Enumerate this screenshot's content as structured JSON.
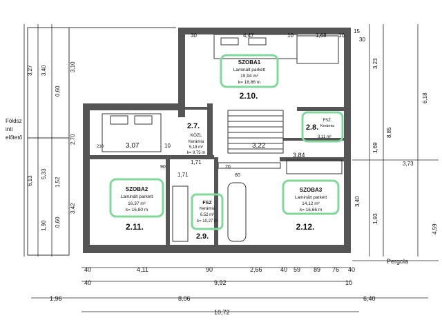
{
  "rooms": {
    "r210": {
      "name": "SZOBA1",
      "floor": "Laminált parkett",
      "area": "19,94 m²",
      "perimeter": "k= 18,86 m",
      "id": "2.10."
    },
    "r211": {
      "name": "SZOBA2",
      "floor": "Laminált parkett",
      "area": "16,37 m²",
      "perimeter": "k= 16,80 m",
      "id": "2.11."
    },
    "r212": {
      "name": "SZOBA3",
      "floor": "Laminált parkett",
      "area": "14,12 m²",
      "perimeter": "k= 16,66 m",
      "id": "2.12."
    },
    "r27": {
      "id": "2.7.",
      "name": "KÖZL",
      "floor": "Kerámia",
      "area": "5,18 m²",
      "perimeter": "k= 9,75 m"
    },
    "r28": {
      "id": "2.8.",
      "name": "FSZ.",
      "floor": "Kerámia",
      "area": "3,11 m²"
    },
    "r29": {
      "id": "2.9.",
      "name": "FSZ",
      "floor": "Kerámia",
      "area": "6,52 m²",
      "perimeter": "k= 10,27 m"
    }
  },
  "side_labels": {
    "stair_left_1": "Földsz",
    "stair_left_2": "inti",
    "stair_left_3": "előtető",
    "pergola": "Pergola"
  },
  "dims": {
    "top": [
      "30",
      "4,47",
      "10",
      "1,68",
      "10",
      "15",
      "30"
    ],
    "left_v": [
      "3,27",
      "3,40",
      "3,10",
      "2,70",
      "6,13",
      "5,33",
      "1,52",
      "3,42",
      "1,90",
      "0,60",
      "0,60"
    ],
    "right_v": [
      "3,23",
      "6,18",
      "8,85",
      "1,69",
      "3,73",
      "1,93",
      "4,59",
      "3,40"
    ],
    "inner": [
      "3,07",
      "3,22",
      "1,71",
      "3,84",
      "1,71",
      "10",
      "90",
      "210",
      "20",
      "80"
    ],
    "bottom_row1": [
      "40",
      "4,11",
      "90",
      "2,66",
      "40",
      "59",
      "89",
      "76",
      "40"
    ],
    "bottom_row2": [
      "40",
      "9,92",
      "10"
    ],
    "bottom_row3": [
      "1,96",
      "8,06",
      "6,40"
    ],
    "bottom_row4": [
      "10,72"
    ]
  }
}
